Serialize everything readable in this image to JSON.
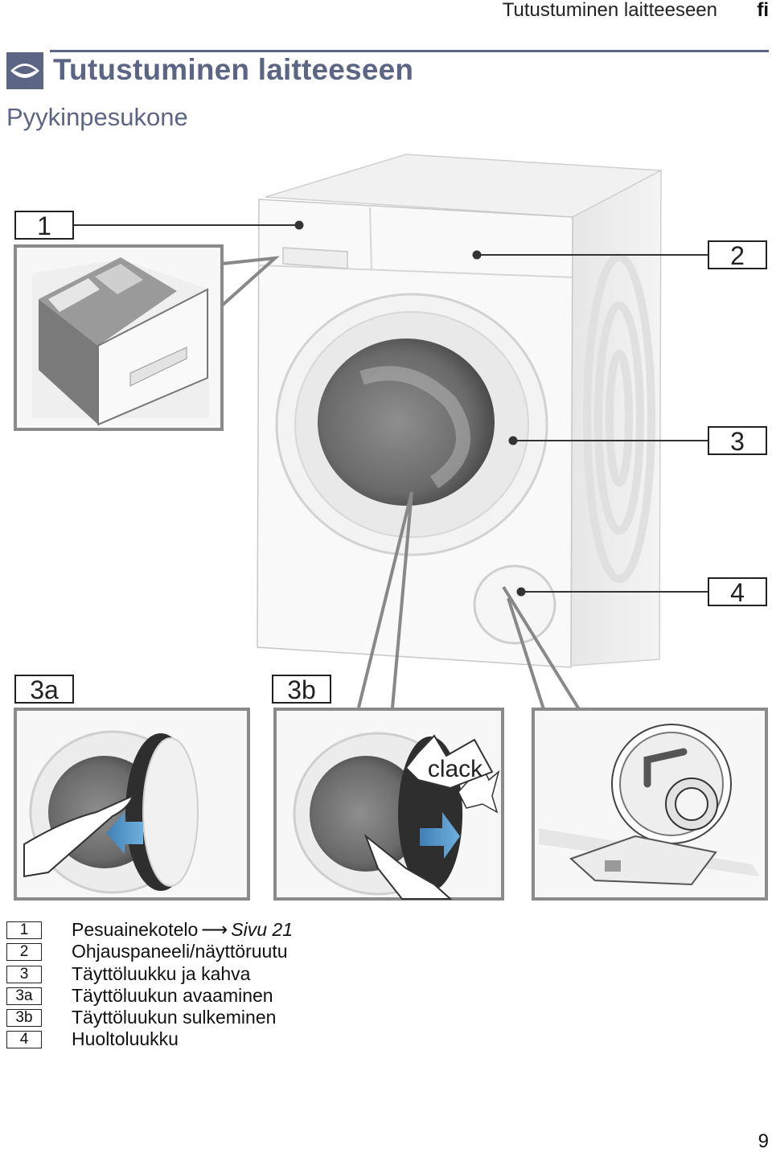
{
  "header": {
    "running_title": "Tutustuminen laitteeseen",
    "language": "fi"
  },
  "section": {
    "title": "Tutustuminen laitteeseen",
    "subtitle": "Pyykinpesukone",
    "icon": "eye-icon"
  },
  "figure": {
    "callouts": {
      "c1": "1",
      "c2": "2",
      "c3": "3",
      "c4": "4",
      "c3a": "3a",
      "c3b": "3b"
    },
    "sound_label": "clack"
  },
  "legend": {
    "items": [
      {
        "key": "1",
        "text": "Pesuainekotelo",
        "arrow": "⟶",
        "ref": "Sivu 21"
      },
      {
        "key": "2",
        "text": "Ohjauspaneeli/näyttöruutu"
      },
      {
        "key": "3",
        "text": "Täyttöluukku ja kahva"
      },
      {
        "key": "3a",
        "text": "Täyttöluukun avaaminen"
      },
      {
        "key": "3b",
        "text": "Täyttöluukun sulkeminen"
      },
      {
        "key": "4",
        "text": "Huoltoluukku"
      }
    ]
  },
  "footer": {
    "page_number": "9"
  }
}
